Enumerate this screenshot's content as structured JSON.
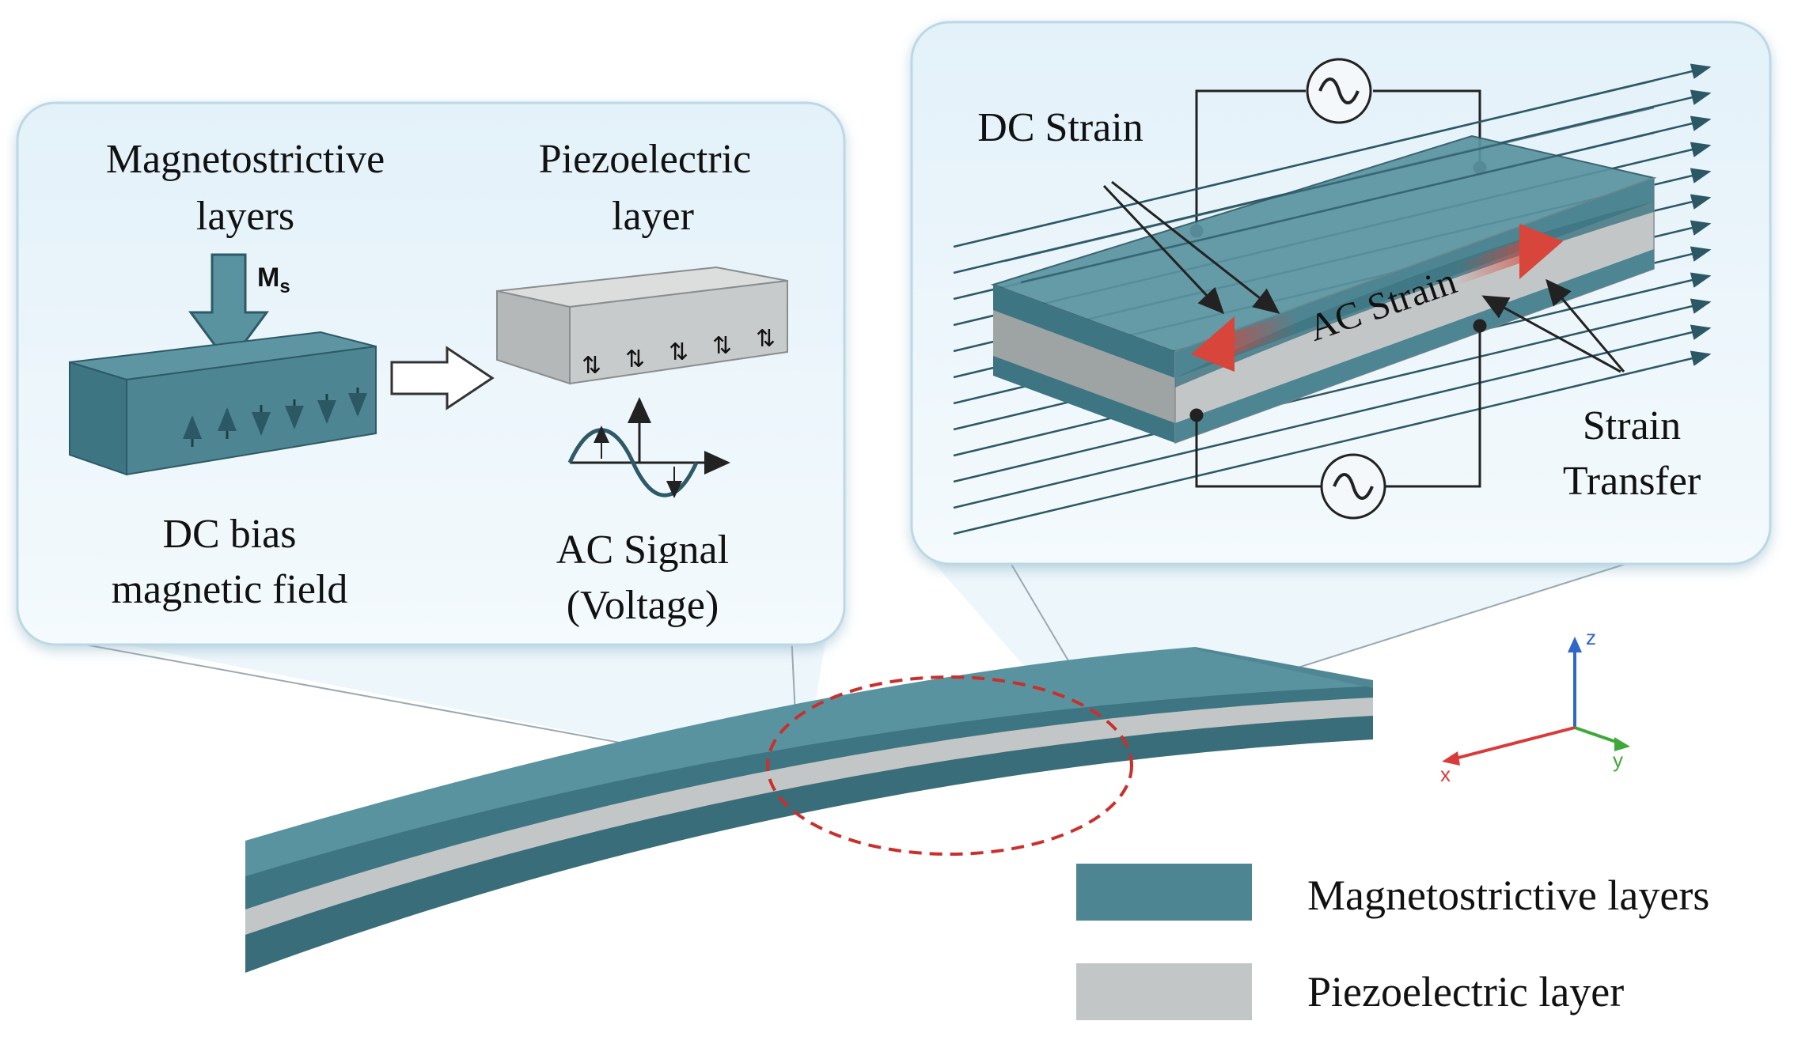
{
  "left_panel": {
    "magnetostrictive_title_1": "Magnetostrictive",
    "magnetostrictive_title_2": "layers",
    "ms_label": "M",
    "ms_sub": "s",
    "dc_bias_1": "DC bias",
    "dc_bias_2": "magnetic field",
    "piezo_title_1": "Piezoelectric",
    "piezo_title_2": "layer",
    "ac_signal_1": "AC Signal",
    "ac_signal_2": "(Voltage)"
  },
  "right_panel": {
    "dc_strain": "DC Strain",
    "ac_strain": "AC Strain",
    "strain_transfer_1": "Strain",
    "strain_transfer_2": "Transfer"
  },
  "axes": {
    "x": "x",
    "y": "y",
    "z": "z"
  },
  "legend": [
    {
      "label": "Magnetostrictive layers",
      "color": "#4e8592"
    },
    {
      "label": "Piezoelectric layer",
      "color": "#c3c6c6"
    }
  ],
  "colors": {
    "magnetostrictive": "#4e8592",
    "piezoelectric": "#c3c6c6",
    "panel_fill": "#e9f4fa",
    "strain_arrow": "#d8453a",
    "highlight_ellipse": "#c9302c"
  }
}
